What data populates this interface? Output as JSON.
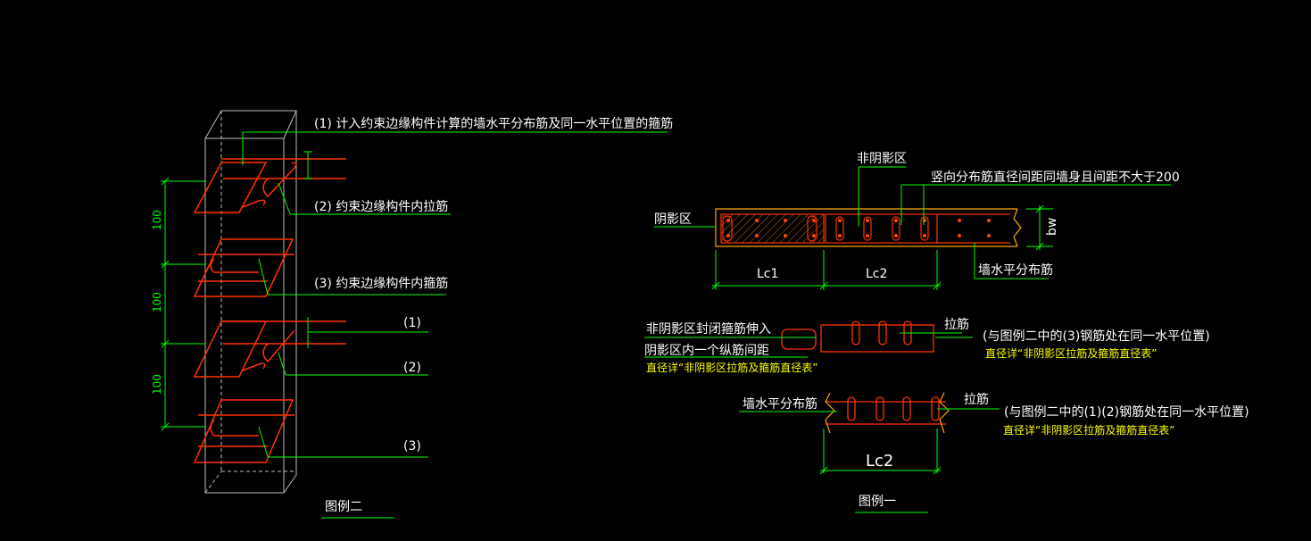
{
  "colors": {
    "background": "#000000",
    "rebar": "#ff3300",
    "stirrup_outline": "#ff2a00",
    "leader": "#00ff00",
    "dim_text": "#00ff00",
    "text": "#ffffff",
    "note": "#ffff00",
    "concrete": "#ffa500",
    "hatch": "#cc6600"
  },
  "legend2": {
    "title": "图例二",
    "label_1": "(1) 计入约束边缘构件计算的墙水平分布筋及同一水平位置的箍筋",
    "label_2": "(2) 约束边缘构件内拉筋",
    "label_3": "(3) 约束边缘构件内箍筋",
    "tag_1": "(1)",
    "tag_2": "(2)",
    "tag_3": "(3)",
    "dims": [
      "100",
      "100",
      "100"
    ]
  },
  "legend1": {
    "title": "图例一",
    "non_shadow_area": "非阴影区",
    "vertical_rebar_note": "竖向分布筋直径间距同墙身且间距不大于200",
    "shadow_area": "阴影区",
    "bw": "bw",
    "lc1": "Lc1",
    "lc2": "Lc2",
    "wall_horizontal_rebar": "墙水平分布筋",
    "closed_stirrup_note": "非阴影区封闭箍筋伸入",
    "tie_bar": "拉筋",
    "shadow_spacing_note": "阴影区内一个纵筋间距",
    "diameter_note_a": "直径详“非阴影区拉筋及箍筋直径表”",
    "same_level_3": "(与图例二中的(3)钢筋处在同一水平位置)",
    "diameter_note_b": "直径详“非阴影区拉筋及箍筋直径表”",
    "wall_horizontal_rebar_2": "墙水平分布筋",
    "tie_bar_2": "拉筋",
    "same_level_12": "(与图例二中的(1)(2)钢筋处在同一水平位置)",
    "diameter_note_c": "直径详“非阴影区拉筋及箍筋直径表”",
    "lc2_bottom": "Lc2"
  }
}
